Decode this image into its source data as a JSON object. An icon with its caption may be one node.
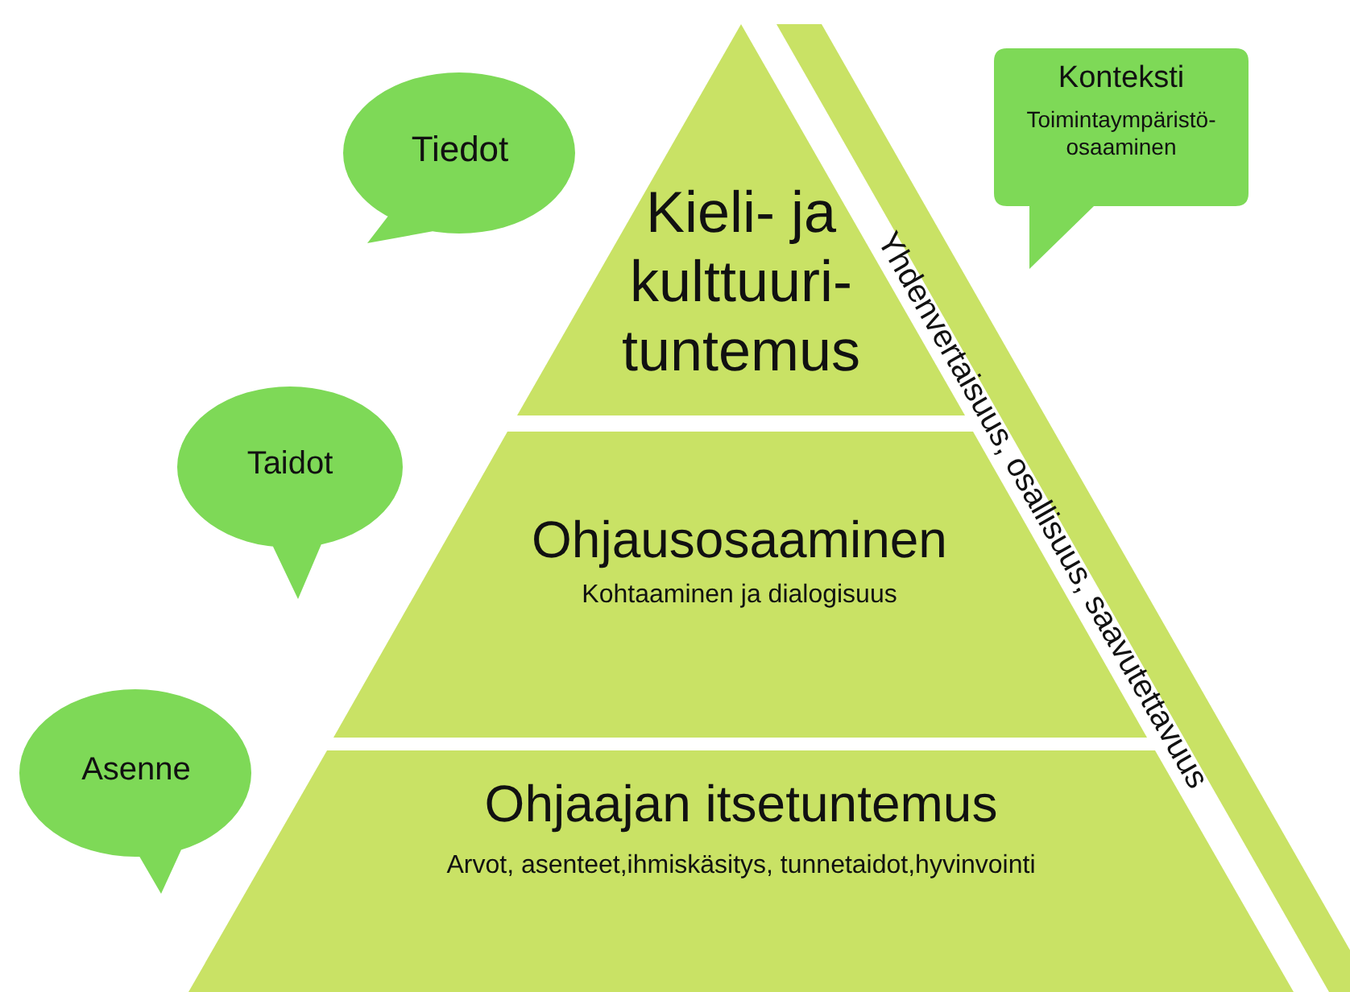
{
  "diagram": {
    "nodes": [
      {
        "text": [
          "Tiedot"
        ]
      },
      {
        "text": [
          "Kieli- ja kulttuuri- tuntemus"
        ]
      },
      {
        "text": [
          "Yhdenvertaisuus, osallisuus, saavutettavuus"
        ]
      },
      {
        "text": [
          "Konteksti",
          "Toimintaympäristö- osaaminen"
        ]
      },
      {
        "text": [
          "Taidot"
        ]
      },
      {
        "text": [
          "Ohjausosaaminen",
          "Kohtaaminen ja dialogisuus"
        ]
      },
      {
        "text": [
          "Asenne"
        ]
      },
      {
        "text": [
          "Ohjaajan itsetuntemus",
          "Arvot, asenteet,ihmiskäsitys, tunnetaidot,hyvinvointi"
        ]
      }
    ]
  }
}
